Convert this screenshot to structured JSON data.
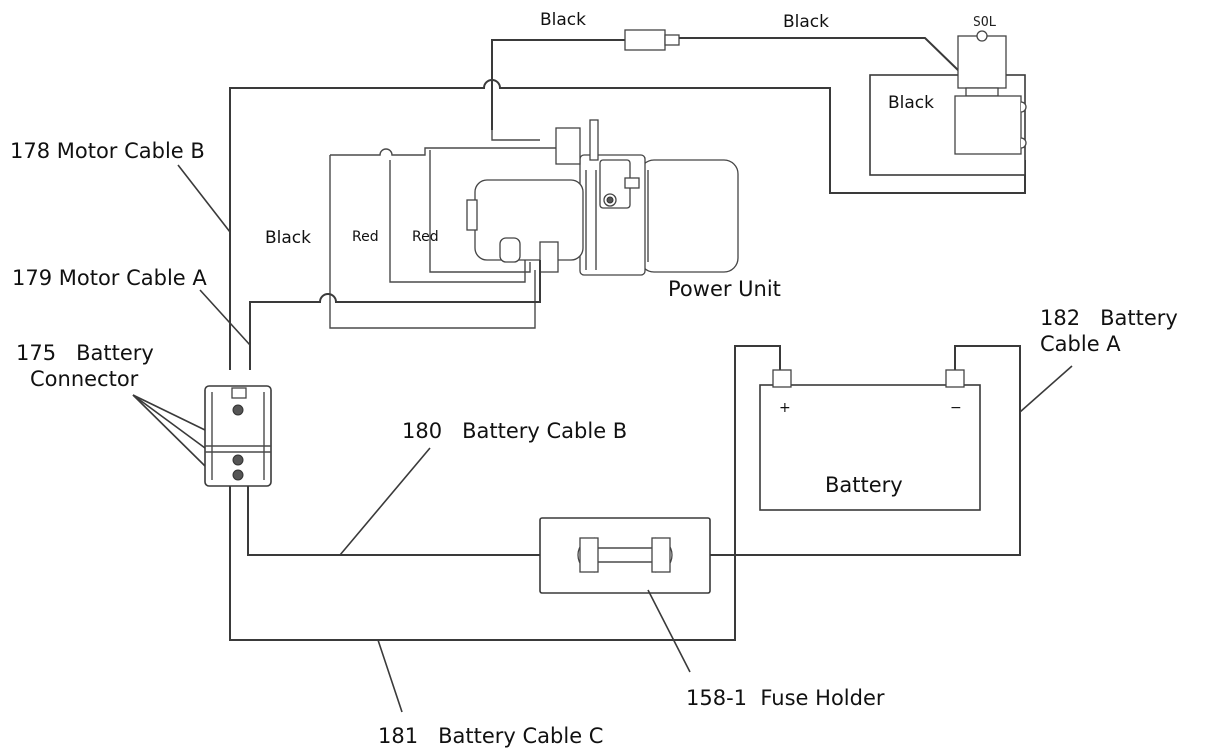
{
  "labels": {
    "wire_black_top_left": "Black",
    "wire_black_top_right": "Black",
    "sol": "SOL",
    "wire_black_solenoid": "Black",
    "motor_cable_b": "178 Motor Cable B",
    "wire_black_pu": "Black",
    "wire_red_1": "Red",
    "wire_red_2": "Red",
    "motor_cable_a": "179 Motor Cable A",
    "power_unit": "Power Unit",
    "battery_cable_a_line1": "182   Battery",
    "battery_cable_a_line2": "Cable A",
    "battery_connector_line1": "175   Battery",
    "battery_connector_line2": "Connector",
    "battery_cable_b": "180   Battery Cable B",
    "battery_plus": "+",
    "battery_minus": "−",
    "battery": "Battery",
    "fuse_holder": "158-1  Fuse Holder",
    "battery_cable_c": "181   Battery Cable C"
  }
}
